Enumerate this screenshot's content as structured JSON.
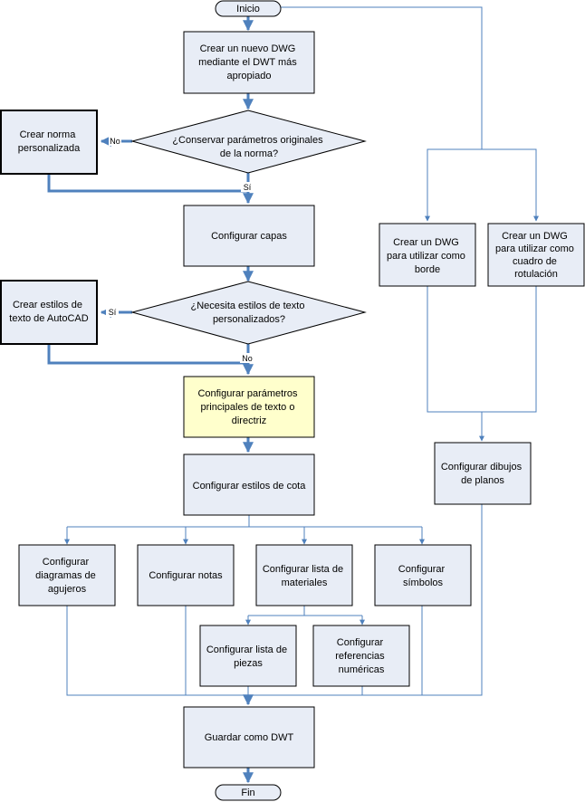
{
  "diagram": {
    "palette": {
      "box_fill": "#e8edf6",
      "highlight_fill": "#ffffcc",
      "edge_blue": "#4f81bd",
      "border": "#000000"
    },
    "nodes": {
      "inicio": "Inicio",
      "crear_dwg": [
        "Crear un nuevo DWG",
        "mediante el DWT más",
        "apropiado"
      ],
      "crear_norma": [
        "Crear norma",
        "personalizada"
      ],
      "conservar": [
        "¿Conservar parámetros originales",
        "de la norma?"
      ],
      "config_capas": "Configurar capas",
      "crear_estilos_texto": [
        "Crear estilos de",
        "texto de AutoCAD"
      ],
      "necesita_estilos": [
        "¿Necesita estilos de texto",
        "personalizados?"
      ],
      "config_params_texto": [
        "Configurar parámetros",
        "principales de texto o",
        "directriz"
      ],
      "config_estilos_cota": "Configurar estilos de cota",
      "config_diagramas": [
        "Configurar",
        "diagramas de",
        "agujeros"
      ],
      "config_notas": "Configurar notas",
      "config_lista_materiales": [
        "Configurar lista de",
        "materiales"
      ],
      "config_simbolos": [
        "Configurar",
        "símbolos"
      ],
      "config_lista_piezas": [
        "Configurar lista de",
        "piezas"
      ],
      "config_referencias": [
        "Configurar",
        "referencias",
        "numéricas"
      ],
      "guardar": "Guardar como DWT",
      "fin": "Fin",
      "crear_dwg_borde": [
        "Crear un DWG",
        "para utilizar como",
        "borde"
      ],
      "crear_dwg_rotulacion": [
        "Crear un DWG",
        "para utilizar como",
        "cuadro de",
        "rotulación"
      ],
      "config_dibujos_planos": [
        "Configurar dibujos",
        "de planos"
      ]
    },
    "edge_labels": {
      "no_conservar": "No",
      "si_conservar": "Sí",
      "si_estilos": "Sí",
      "no_estilos": "No"
    }
  }
}
